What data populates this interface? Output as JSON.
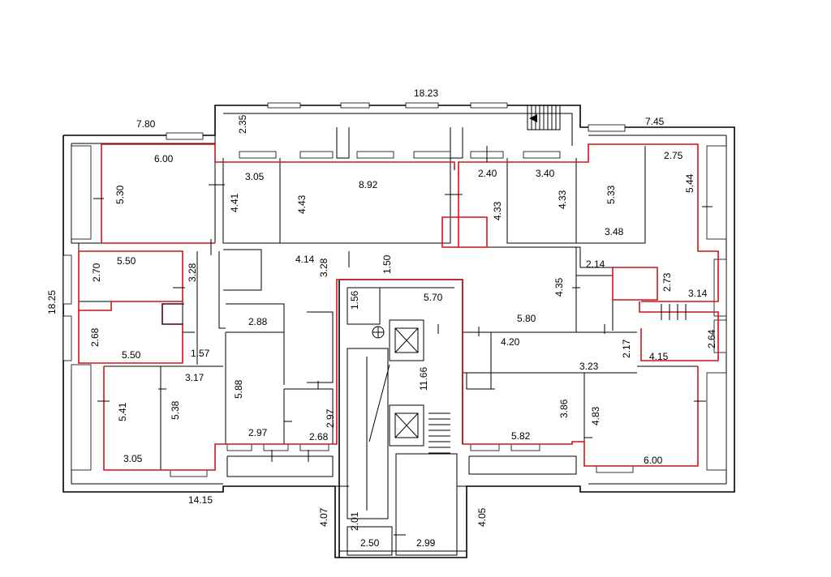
{
  "dimensions": {
    "top_overall": "18.23",
    "top_left": "7.80",
    "top_right": "7.45",
    "left_overall": "18.25",
    "bottom_left": "14.15",
    "corridor_top": "2.35",
    "room_a_w": "6.00",
    "room_a_h": "5.30",
    "room_b_w": "3.05",
    "room_b_h": "4.41",
    "room_c_w": "8.92",
    "room_c_h": "4.43",
    "room_d_w": "2.40",
    "room_d_h": "4.33",
    "room_e_w": "3.40",
    "room_e_h": "4.33",
    "room_f_h": "5.33",
    "room_f_w": "3.48",
    "room_g_w": "2.75",
    "room_g_h": "5.44",
    "room_h_w": "5.50",
    "room_h_h": "2.70",
    "room_h_side": "3.28",
    "room_i_w": "5.50",
    "room_i_h": "2.68",
    "room_i_side": "1.57",
    "hall_a_w": "4.14",
    "hall_a_h": "3.28",
    "hall_b_h": "1.50",
    "stair_top": "5.70",
    "stair_side": "1.56",
    "stair_h": "11.66",
    "room_j": "2.88",
    "room_k_w": "3.17",
    "room_l_h": "5.41",
    "room_l_w": "3.05",
    "room_m_h": "5.38",
    "room_n_h": "5.88",
    "room_n_w": "2.97",
    "room_o_h": "2.97",
    "room_o_w": "2.68",
    "room_p_h": "4.35",
    "room_p_w": "5.80",
    "room_q_w": "4.20",
    "room_r_h": "3.86",
    "room_r_w": "5.82",
    "room_s_w": "2.14",
    "room_s_h": "2.73",
    "room_s_side": "3.14",
    "room_t_h": "2.17",
    "room_t_w": "4.15",
    "room_t_side": "2.64",
    "room_u_w": "3.23",
    "room_v_h": "4.83",
    "room_v_w": "6.00",
    "entry_left_h": "4.07",
    "entry_a_h": "2.01",
    "entry_a_w": "2.50",
    "entry_b_w": "2.99",
    "entry_right_h": "4.05"
  }
}
